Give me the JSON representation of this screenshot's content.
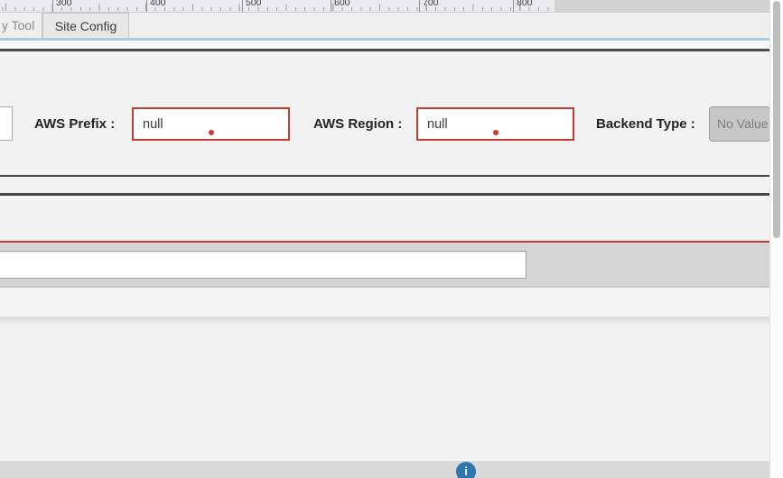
{
  "ruler": {
    "labels": [
      "300",
      "400",
      "500",
      "600",
      "700",
      "800"
    ]
  },
  "tab_bar": {
    "tabs": [
      {
        "label": "y Tool",
        "active": false
      },
      {
        "label": "Site Config",
        "active": true
      }
    ]
  },
  "form": {
    "fields": [
      {
        "label": "AWS Prefix :",
        "value": "null",
        "error": true
      },
      {
        "label": "AWS Region :",
        "value": "null",
        "error": true
      },
      {
        "label": "Backend Type :",
        "value": "No Value",
        "error": false
      }
    ]
  },
  "toolbar_input": {
    "value": ""
  },
  "footer": {
    "icon": "info-icon",
    "icon_glyph": "i"
  },
  "colors": {
    "error_border": "#c43b33",
    "error_dot": "#d2372e",
    "tab_underline": "#a7cde9",
    "divider_dark": "#454545",
    "divider_red": "#c43b33",
    "footer_icon_bg": "#2e77ae"
  }
}
